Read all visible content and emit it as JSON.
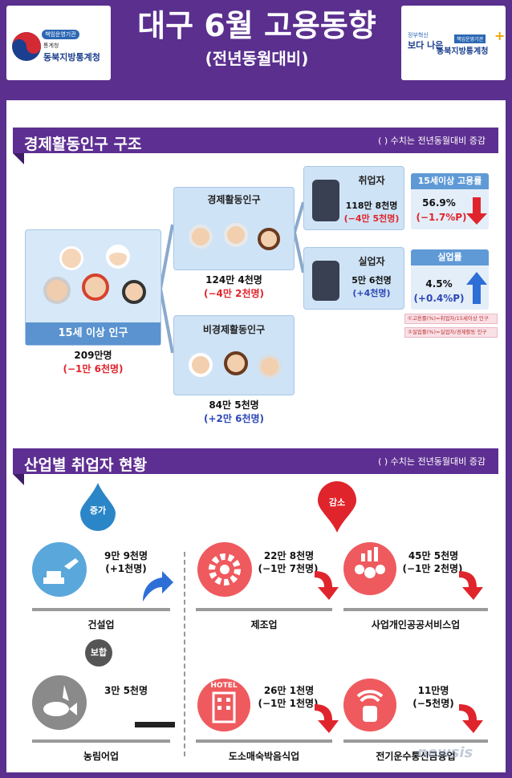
{
  "header": {
    "title": "대구 6월 고용동향",
    "subtitle": "(전년동월대비)",
    "logo_left": {
      "tag": "책임운영기관",
      "small": "통계청",
      "name": "동북지방통계청"
    },
    "logo_right": {
      "slogan1": "정부혁신",
      "slogan2": "보다 나은",
      "tag": "책임운영기관",
      "name": "동북지방통계청"
    }
  },
  "section1": {
    "title": "경제활동인구 구조",
    "note": "( ) 수치는 전년동월대비 증감",
    "pop15": {
      "label": "15세 이상 인구",
      "value": "209만명",
      "change": "(−1만 6천명)"
    },
    "active": {
      "label": "경제활동인구",
      "value": "124만 4천명",
      "change": "(−4만 2천명)"
    },
    "inactive": {
      "label": "비경제활동인구",
      "value": "84만 5천명",
      "change": "(+2만 6천명)"
    },
    "employed": {
      "label": "취업자",
      "value": "118만 8천명",
      "change": "(−4만 5천명)"
    },
    "unemployed": {
      "label": "실업자",
      "value": "5만 6천명",
      "change": "(+4천명)"
    },
    "emp_rate": {
      "label": "15세이상 고용률",
      "value": "56.9%",
      "change": "(−1.7%P)"
    },
    "unemp_rate": {
      "label": "실업률",
      "value": "4.5%",
      "change": "(+0.4%P)"
    },
    "notes": [
      "①고용률(%)=취업자/15세이상 인구",
      "②실업률(%)=실업자/경제활동 인구"
    ]
  },
  "section2": {
    "title": "산업별 취업자 현황",
    "note": "( ) 수치는 전년동월대비 증감",
    "tags": {
      "increase": "증가",
      "decrease": "감소",
      "flat": "보합"
    },
    "industries": [
      {
        "name": "건설업",
        "value": "9만 9천명",
        "change": "(+1천명)"
      },
      {
        "name": "제조업",
        "value": "22만 8천명",
        "change": "(−1만 7천명)"
      },
      {
        "name": "사업개인공공서비스업",
        "value": "45만 5천명",
        "change": "(−1만 2천명)"
      },
      {
        "name": "농림어업",
        "value": "3만 5천명",
        "change": ""
      },
      {
        "name": "도소매숙박음식업",
        "value": "26만 1천명",
        "change": "(−1만 1천명)"
      },
      {
        "name": "전기운수통신금융업",
        "value": "11만명",
        "change": "(−5천명)"
      }
    ],
    "hotel_sign": "HOTEL"
  },
  "watermark": "newsis",
  "colors": {
    "purple": "#5a2f8e",
    "red": "#e0242c",
    "blue": "#2d48b5"
  }
}
